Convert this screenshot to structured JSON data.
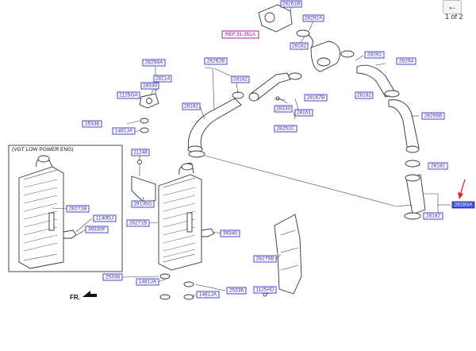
{
  "pager": {
    "prev_label": "←",
    "page_indicator": "1 of 2"
  },
  "ref_label": "REF.31-351A",
  "inset_title": "(VGT LOW POWER ENG)",
  "direction_label": "FR.",
  "labels": {
    "l28261B": "28261B",
    "l28292A": "28292A",
    "l28182a": "28182",
    "l28259A": "28259A",
    "l28214": "28214",
    "l28330": "28330",
    "l1125GA": "1125GA",
    "l28262B": "28262B",
    "l28182b": "28182",
    "l28292": "28292",
    "l28264": "28264",
    "l28182c": "28182",
    "l28167B": "28167B",
    "l28330b": "28330",
    "l28161": "28161",
    "l28251C": "28251C",
    "l28182d": "28182",
    "l25336a": "25336",
    "l1481JAa": "1481JA",
    "l28256B": "28256B",
    "l28182e": "28182",
    "l11248": "11248",
    "l29135G": "29135G",
    "l28271Ba": "28271B",
    "l28271Bi": "28271B",
    "l1140DJ": "1140DJ",
    "l39330F": "39330F",
    "l39340": "39340",
    "l28275B": "28275B",
    "l28283A": "28283A",
    "l28182f": "28182",
    "l25336b": "25336",
    "l1481JAb": "1481JA",
    "l25336c": "25336",
    "l1481JAc": "1481JA",
    "l1125AD": "1125AD"
  },
  "colors": {
    "label_border": "#3030c8",
    "label_text": "#2a2aa0",
    "selected_fill": "#3a52e0",
    "ref_color": "#b000a0",
    "arrow_red": "#e02020"
  }
}
